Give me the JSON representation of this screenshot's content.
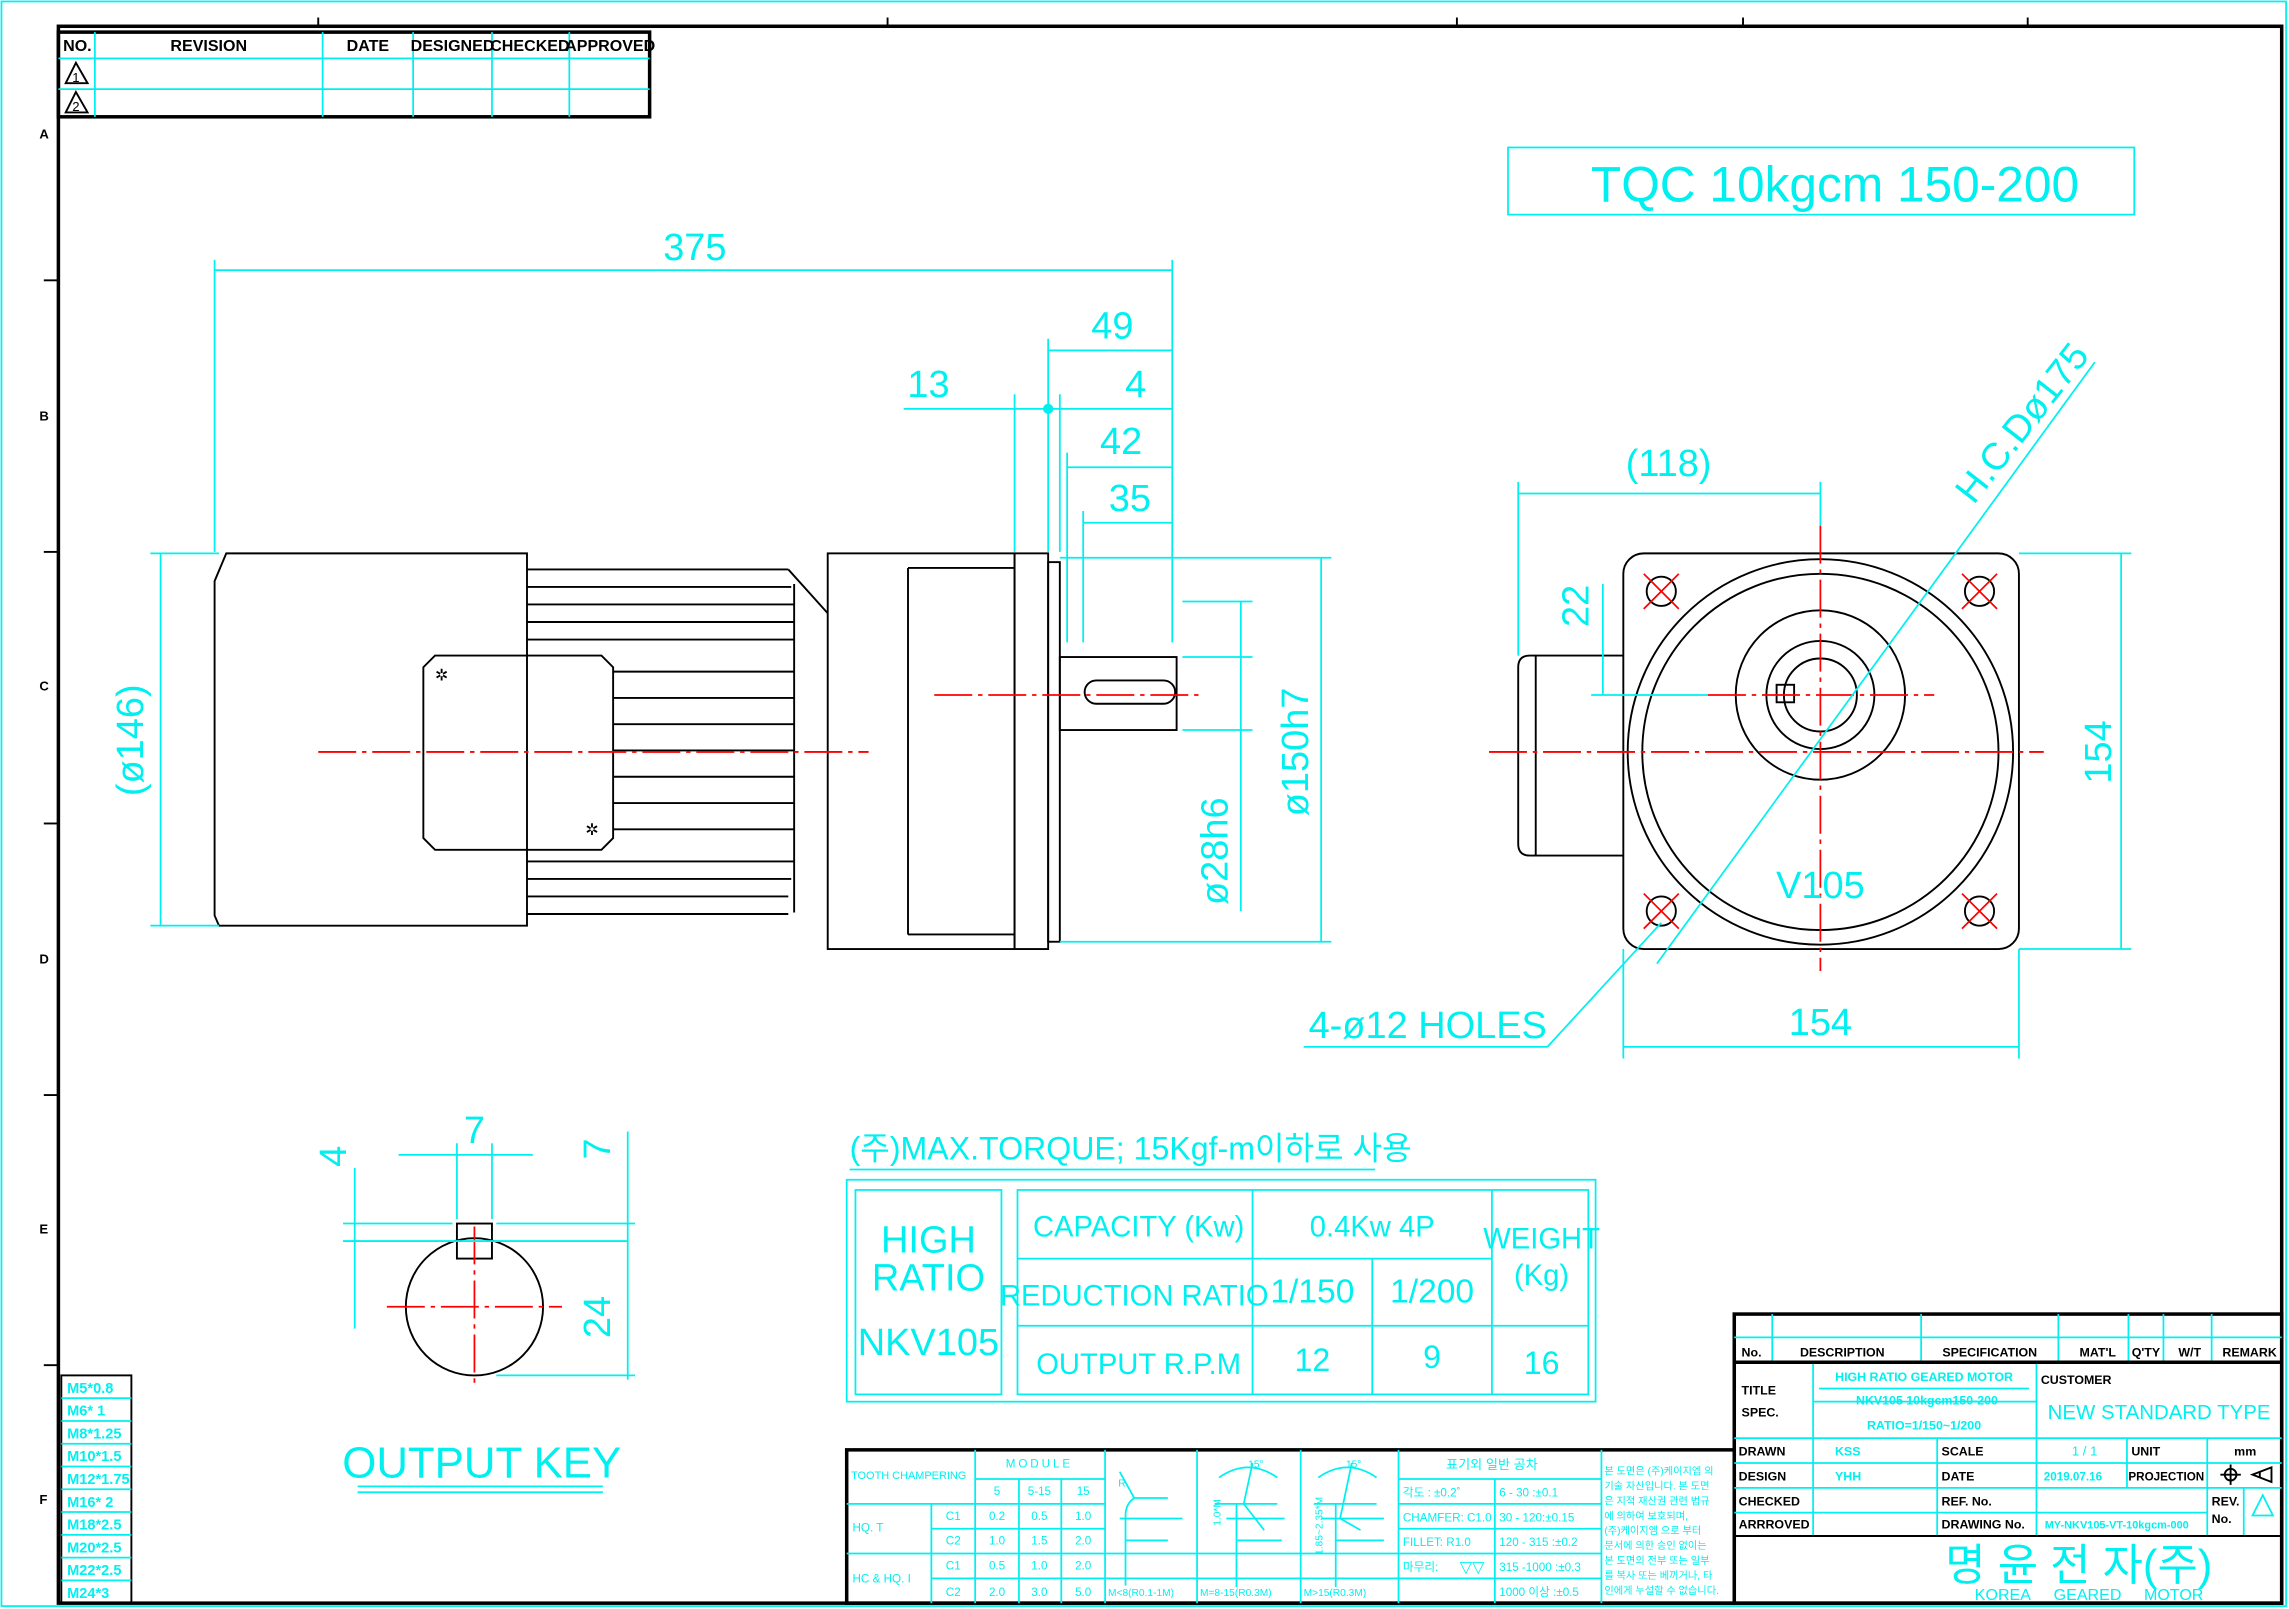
{
  "zones": [
    "A",
    "B",
    "C",
    "D",
    "E",
    "F"
  ],
  "revision_table": {
    "headers": [
      "NO.",
      "REVISION",
      "DATE",
      "DESIGNED",
      "CHECKED",
      "APPROVED"
    ],
    "rows": [
      "1",
      "2"
    ]
  },
  "title_box": "TQC 10kgcm 150-200",
  "dimensions": {
    "overall_length": "375",
    "d49": "49",
    "d13": "13",
    "d4": "4",
    "d42": "42",
    "d35": "35",
    "motor_dia": "(ø146)",
    "shaft_dia": "ø28h6",
    "flange_dia": "ø150h7",
    "d118": "(118)",
    "d22": "22",
    "pcd": "H.C.Dø175",
    "square_v": "154",
    "square_h": "154",
    "frame": "V105",
    "holes": "4-ø12 HOLES"
  },
  "output_key": {
    "title": "OUTPUT KEY",
    "width": "7",
    "depth_left": "4",
    "depth_right": "7",
    "height": "24"
  },
  "torque_note": "(주)MAX.TORQUE; 15Kgf-m이하로 사용",
  "spec_table": {
    "series_line1": "HIGH",
    "series_line2": "RATIO",
    "model": "NKV105",
    "capacity_label": "CAPACITY (Kw)",
    "capacity_value": "0.4Kw  4P",
    "ratio_label": "REDUCTION RATIO",
    "ratios": [
      "1/150",
      "1/200"
    ],
    "rpm_label": "OUTPUT R.P.M",
    "rpms": [
      "12",
      "9"
    ],
    "weight_label1": "WEIGHT",
    "weight_label2": "(Kg)",
    "weight_value": "16"
  },
  "threads": [
    "M5*0.8",
    "M6*  1",
    "M8*1.25",
    "M10*1.5",
    "M12*1.75",
    "M16*  2",
    "M18*2.5",
    "M20*2.5",
    "M22*2.5",
    "M24*3"
  ],
  "tooth_table": {
    "title": "TOOTH CHAMPERING",
    "module_label": "MODULE",
    "modules": [
      "5",
      "5-15",
      "15"
    ],
    "groups": [
      {
        "name": "HQ. T",
        "rows": [
          {
            "c": "C1",
            "v": [
              "0.2",
              "0.5",
              "1.0"
            ]
          },
          {
            "c": "C2",
            "v": [
              "1.0",
              "1.5",
              "2.0"
            ]
          }
        ]
      },
      {
        "name": "HC & HQ. I",
        "rows": [
          {
            "c": "C1",
            "v": [
              "0.5",
              "1.0",
              "2.0"
            ]
          },
          {
            "c": "C2",
            "v": [
              "2.0",
              "3.0",
              "5.0"
            ]
          }
        ]
      }
    ],
    "diagram_labels": [
      "M<8(R0.1-1M)",
      "M=8-15(R0.3M)",
      "M>15(R0.3M)"
    ],
    "angle": "15°",
    "depth1": "1.0*M",
    "depth2": "1.85~2.35*M",
    "radius": "R"
  },
  "tolerance": {
    "title": "표기외 일반 공차",
    "left": [
      "각도 : ±0.2˚",
      "CHAMFER: C1.0",
      "FILLET: R1.0",
      "마무리:"
    ],
    "right": [
      "6 - 30 :±0.1",
      "30 - 120:±0.15",
      "120 - 315 :±0.2",
      "315 -1000 :±0.3",
      "1000 이상 :±0.5"
    ]
  },
  "copyright_note": [
    "본 도면은 (주)케이지엠 의",
    "기술 자산입니다. 본 도면",
    "은 지적 재산권 관련 법규",
    "에 의하여 보호되며,",
    "(주)케이지엠 으로 부터",
    "문서에 의한 승인 없이는",
    "본 도면의 전부 또는 일부",
    "를 복사 또는 베끼거나, 타",
    "인에게 누설할 수 없습니다."
  ],
  "title_block": {
    "headers": [
      "No.",
      "DESCRIPTION",
      "SPECIFICATION",
      "MAT'L",
      "Q'TY",
      "W/T",
      "REMARK"
    ],
    "title_label": "TITLE",
    "spec_label": "SPEC.",
    "title_value": "HIGH RATIO GEARED MOTOR",
    "spec_value": "NKV105 10kgcm150-200",
    "ratio_value": "RATIO=1/150~1/200",
    "customer_label": "CUSTOMER",
    "customer_value": "NEW STANDARD TYPE",
    "drawn_label": "DRAWN",
    "drawn_value": "KSS",
    "design_label": "DESIGN",
    "design_value": "YHH",
    "checked_label": "CHECKED",
    "approved_label": "ARRROVED",
    "scale_label": "SCALE",
    "scale_value": "1 / 1",
    "date_label": "DATE",
    "date_value": "2019.07.16",
    "ref_label": "REF. No.",
    "drawing_label": "DRAWING No.",
    "drawing_value": "MY-NKV105-VT-10kgcm-000",
    "unit_label": "UNIT",
    "unit_value": "mm",
    "projection_label": "PROJECTION",
    "rev_label1": "REV.",
    "rev_label2": "No.",
    "company_kr": "명 윤   전   자(주)",
    "company_en": [
      "KOREA",
      "GEARED",
      "MOTOR"
    ]
  },
  "colors": {
    "cyan": "#00f0f0",
    "red": "#ff0000",
    "black": "#000000"
  }
}
